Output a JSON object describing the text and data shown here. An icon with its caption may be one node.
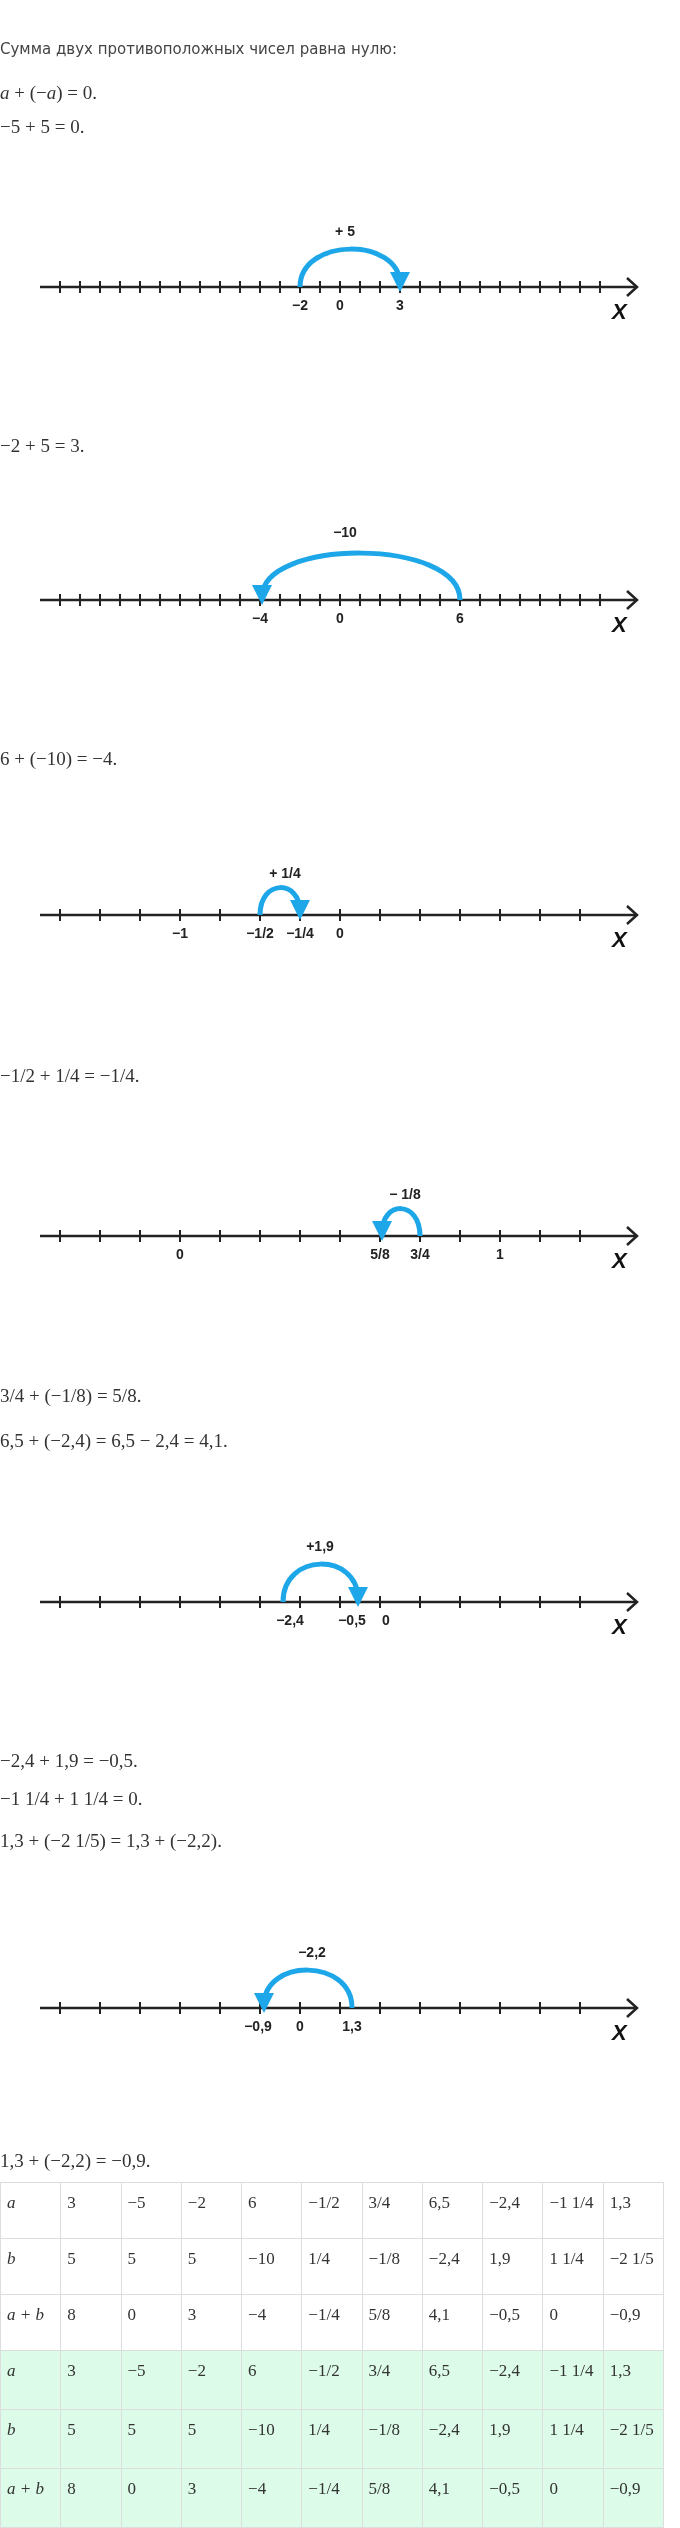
{
  "diagram": {
    "labels": [
      "Сумма двух противоположных чисел равна нулю:",
      "*a* + (−*a*) = 0.",
      "−5 + 5 = 0.",
      "+ 5",
      "−2",
      "0",
      "3",
      "X",
      "−2 + 5 = 3.",
      "−10",
      "−4",
      "0",
      "6",
      "X",
      "6 + (−10) = −4.",
      "+ 1/4",
      "−1",
      "−1/2",
      "−1/4",
      "0",
      "X",
      "−1/2 + 1/4 = −1/4.",
      "− 1/8",
      "0",
      "5/8",
      "3/4",
      "1",
      "X",
      "3/4 + (−1/8) = 5/8.",
      "6,5 + (−2,4) = 6,5 − 2,4 = 4,1.",
      "+1,9",
      "−2,4",
      "−0,5",
      "0",
      "X",
      "−2,4 + 1,9 = −0,5.",
      "−1 1/4 + 1 1/4 = 0.",
      "1,3 + (−2 1/5) = 1,3 + (−2,2).",
      "−2,2",
      "−0,9",
      "0",
      "1,3",
      "X",
      "1,3 + (−2,2) = −0,9.",
      "a",
      "3",
      "−5",
      "−2",
      "6",
      "−1/2",
      "3/4",
      "6,5",
      "−2,4",
      "−1 1/4",
      "1,3",
      "b",
      "5",
      "5",
      "5",
      "−10",
      "1/4",
      "−1/8",
      "−2,4",
      "1,9",
      "1 1/4",
      "−2 1/5",
      "a + b",
      "8",
      "0",
      "3",
      "−4",
      "−1/4",
      "5/8",
      "4,1",
      "−0,5",
      "0",
      "−0,9",
      "a",
      "3",
      "−5",
      "−2",
      "6",
      "−1/2",
      "3/4",
      "6,5",
      "−2,4",
      "−1 1/4",
      "1,3",
      "b",
      "5",
      "5",
      "5",
      "−10",
      "1/4",
      "−1/8",
      "−2,4",
      "1,9",
      "1 1/4",
      "−2 1/5",
      "a + b",
      "8",
      "0",
      "3",
      "−4",
      "−1/4",
      "5/8",
      "4,1",
      "−0,5",
      "0",
      "−0,9"
    ]
  }
}
